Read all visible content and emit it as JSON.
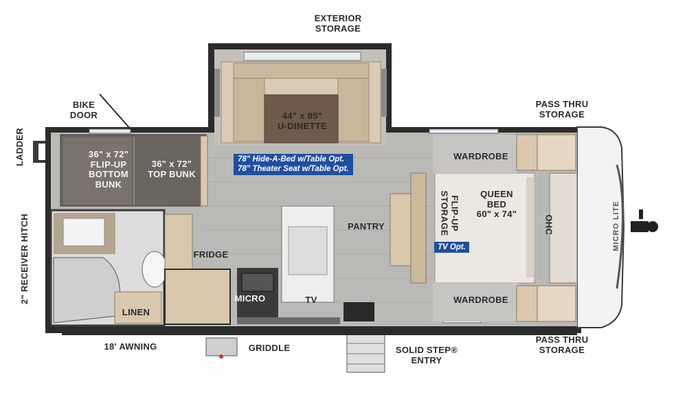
{
  "labels": {
    "exterior_storage": [
      "EXTERIOR",
      "STORAGE"
    ],
    "bike_door": [
      "BIKE",
      "DOOR"
    ],
    "pass_thru_top": [
      "PASS THRU",
      "STORAGE"
    ],
    "pass_thru_bottom": [
      "PASS THRU",
      "STORAGE"
    ],
    "ladder": "LADDER",
    "receiver_hitch": "2\" RECEIVER HITCH",
    "dinette": [
      "44\" x 85\"",
      "U-DINETTE"
    ],
    "bottom_bunk": [
      "36\" x 72\"",
      "FLIP-UP",
      "BOTTOM",
      "BUNK"
    ],
    "top_bunk": [
      "36\" x 72\"",
      "TOP BUNK"
    ],
    "wardrobe_top": "WARDROBE",
    "wardrobe_bottom": "WARDROBE",
    "queen_bed": [
      "QUEEN",
      "BED",
      "60\" x 74\""
    ],
    "flip_up_storage": [
      "FLIP-UP",
      "STORAGE"
    ],
    "ohc": "OHC",
    "pantry": "PANTRY",
    "fridge": "FRIDGE",
    "micro": "MICRO",
    "tv": "TV",
    "linen": "LINEN",
    "awning": "18' AWNING",
    "griddle": "GRIDDLE",
    "entry": [
      "SOLID STEP®",
      "ENTRY"
    ],
    "brand": "MICRO LITE"
  },
  "options": {
    "hide_a_bed": "78\" Hide-A-Bed w/Table Opt.",
    "theater_seat": "78\" Theater Seat w/Table Opt.",
    "tv_opt": "TV Opt."
  },
  "colors": {
    "floor": "#b9b9b6",
    "wall": "#2b2b2b",
    "cabinet": "#d9c8ae",
    "option_box": "#1f4fa1"
  }
}
